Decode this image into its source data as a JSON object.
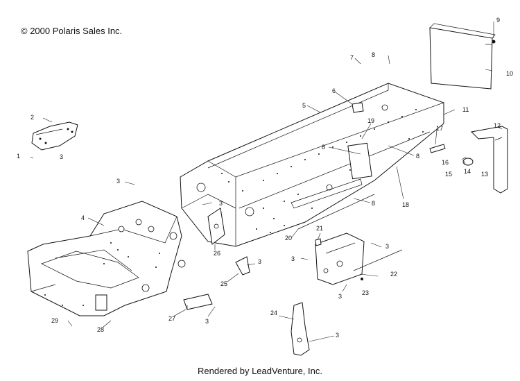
{
  "copyright": "© 2000 Polaris Sales Inc.",
  "footer": "Rendered by LeadVenture, Inc.",
  "callouts": [
    "1",
    "2",
    "3",
    "4",
    "5",
    "6",
    "7",
    "8",
    "9",
    "10",
    "11",
    "12",
    "13",
    "14",
    "15",
    "16",
    "17",
    "18",
    "19",
    "20",
    "21",
    "22",
    "23",
    "24",
    "25",
    "26",
    "27",
    "28",
    "29"
  ]
}
